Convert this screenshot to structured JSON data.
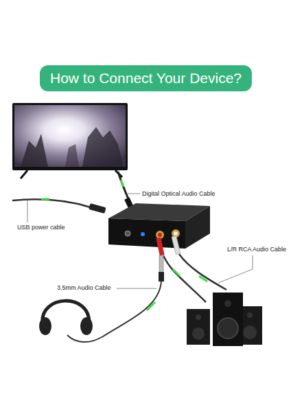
{
  "diagram": {
    "title": "How to Connect Your Device?",
    "labels": [
      "Digital Optical Audio Cable",
      "USB power cable",
      "L/R RCA Audio Cable",
      "3.5mm Audio Cable"
    ]
  }
}
